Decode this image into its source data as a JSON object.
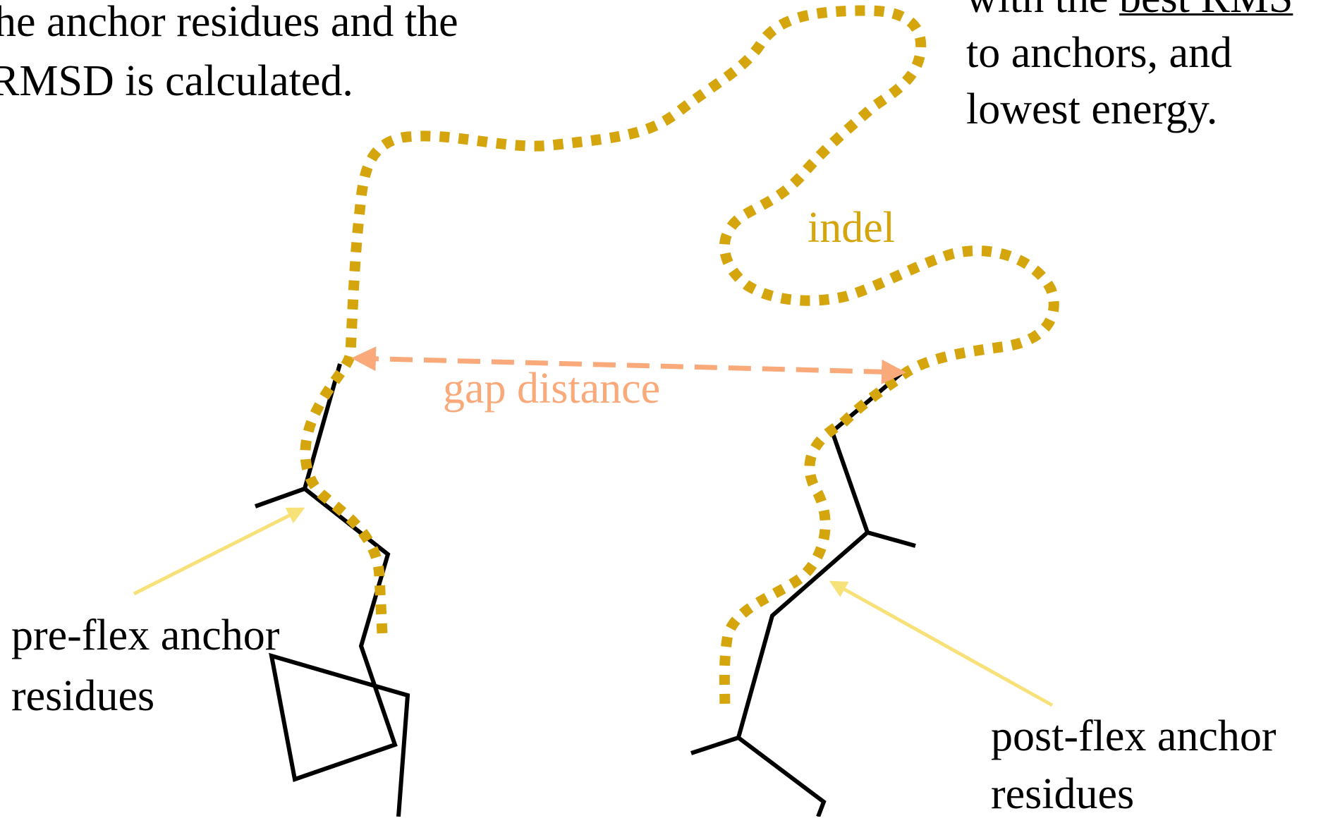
{
  "colors": {
    "indel": "#D4A50C",
    "gap_arrow": "#F9A97A",
    "pointer_arrow": "#F7E27A",
    "backbone": "#000000"
  },
  "texts": {
    "top_left_line1": "he anchor residues and the",
    "top_left_line2": "RMSD is calculated.",
    "top_right_line1_prefix": "with the ",
    "top_right_line1_underlined": "best RMS",
    "top_right_line2": "to anchors, and",
    "top_right_line3": "lowest energy.",
    "indel_label": "indel",
    "gap_label": "gap distance",
    "pre_flex_line1": "pre-flex anchor",
    "pre_flex_line2": "residues",
    "post_flex_line1": "post-flex anchor",
    "post_flex_line2": "residues"
  }
}
